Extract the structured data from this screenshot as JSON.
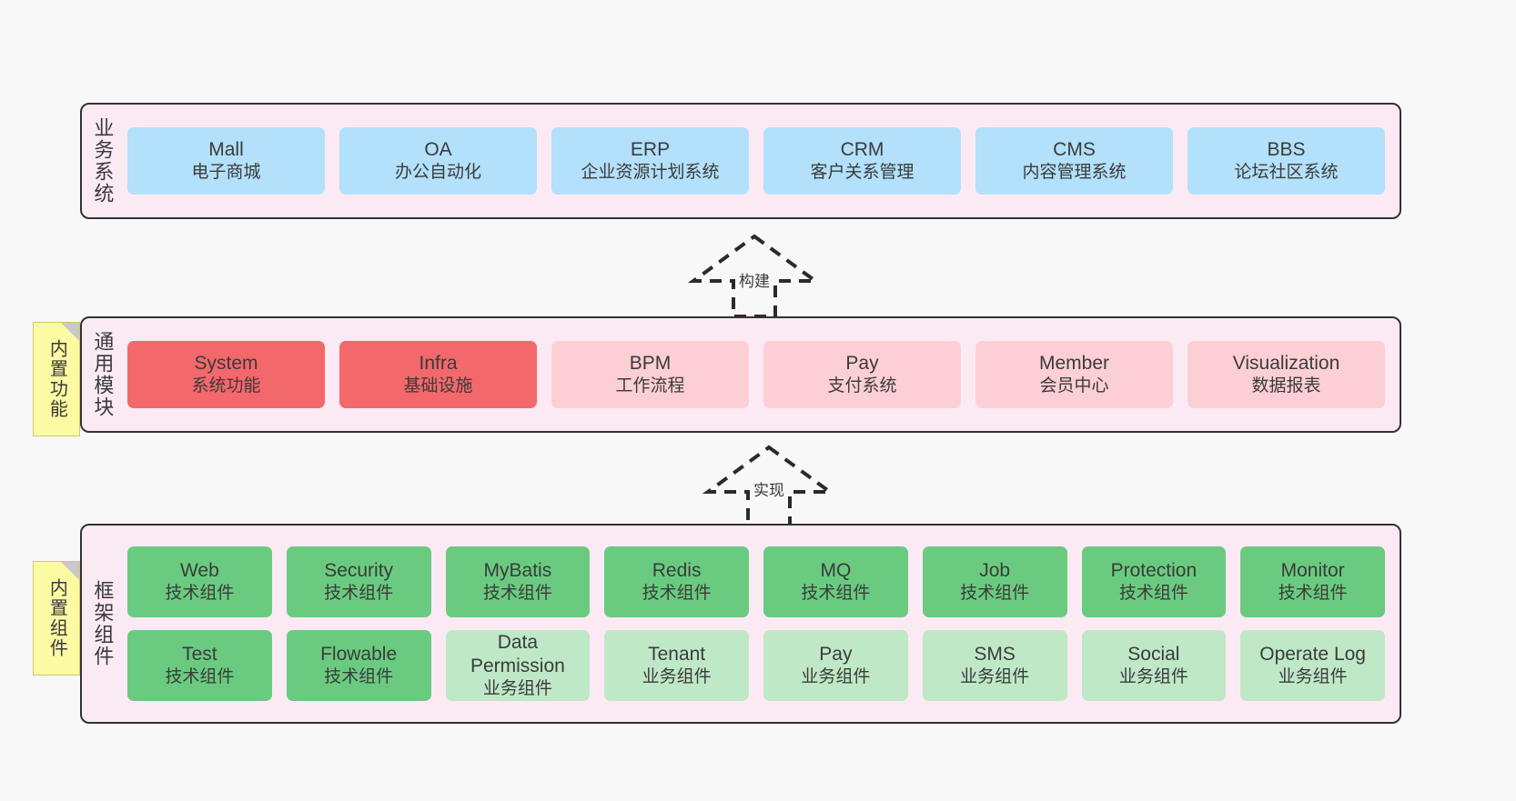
{
  "diagram": {
    "background": "#f8f8f8",
    "layers": [
      {
        "id": "business",
        "title": "业务系统",
        "accent": "#b3e0fb",
        "rows": [
          [
            {
              "en": "Mall",
              "cn": "电子商城",
              "color": "blue"
            },
            {
              "en": "OA",
              "cn": "办公自动化",
              "color": "blue"
            },
            {
              "en": "ERP",
              "cn": "企业资源计划系统",
              "color": "blue"
            },
            {
              "en": "CRM",
              "cn": "客户关系管理",
              "color": "blue"
            },
            {
              "en": "CMS",
              "cn": "内容管理系统",
              "color": "blue"
            },
            {
              "en": "BBS",
              "cn": "论坛社区系统",
              "color": "blue"
            }
          ]
        ]
      },
      {
        "id": "common",
        "title": "通用模块",
        "accent": "#f2686b",
        "rows": [
          [
            {
              "en": "System",
              "cn": "系统功能",
              "color": "red"
            },
            {
              "en": "Infra",
              "cn": "基础设施",
              "color": "red"
            },
            {
              "en": "BPM",
              "cn": "工作流程",
              "color": "pink"
            },
            {
              "en": "Pay",
              "cn": "支付系统",
              "color": "pink"
            },
            {
              "en": "Member",
              "cn": "会员中心",
              "color": "pink"
            },
            {
              "en": "Visualization",
              "cn": "数据报表",
              "color": "pink"
            }
          ]
        ]
      },
      {
        "id": "framework",
        "title": "框架组件",
        "accent": "#6acb80",
        "rows": [
          [
            {
              "en": "Web",
              "cn": "技术组件",
              "color": "green"
            },
            {
              "en": "Security",
              "cn": "技术组件",
              "color": "green"
            },
            {
              "en": "MyBatis",
              "cn": "技术组件",
              "color": "green"
            },
            {
              "en": "Redis",
              "cn": "技术组件",
              "color": "green"
            },
            {
              "en": "MQ",
              "cn": "技术组件",
              "color": "green"
            },
            {
              "en": "Job",
              "cn": "技术组件",
              "color": "green"
            },
            {
              "en": "Protection",
              "cn": "技术组件",
              "color": "green"
            },
            {
              "en": "Monitor",
              "cn": "技术组件",
              "color": "green"
            }
          ],
          [
            {
              "en": "Test",
              "cn": "技术组件",
              "color": "green"
            },
            {
              "en": "Flowable",
              "cn": "技术组件",
              "color": "green"
            },
            {
              "en": "Data Permission",
              "cn": "业务组件",
              "color": "lgreen"
            },
            {
              "en": "Tenant",
              "cn": "业务组件",
              "color": "lgreen"
            },
            {
              "en": "Pay",
              "cn": "业务组件",
              "color": "lgreen"
            },
            {
              "en": "SMS",
              "cn": "业务组件",
              "color": "lgreen"
            },
            {
              "en": "Social",
              "cn": "业务组件",
              "color": "lgreen"
            },
            {
              "en": "Operate Log",
              "cn": "业务组件",
              "color": "lgreen"
            }
          ]
        ]
      }
    ],
    "notes": [
      {
        "id": "functions",
        "label": "内置功能",
        "color": "#fdfaa4"
      },
      {
        "id": "components",
        "label": "内置组件",
        "color": "#fdfaa4"
      }
    ],
    "connectors": [
      {
        "id": "build",
        "label": "构建",
        "style": "dashed-generalization",
        "direction": "up"
      },
      {
        "id": "impl",
        "label": "实现",
        "style": "dashed-generalization",
        "direction": "up"
      }
    ]
  }
}
